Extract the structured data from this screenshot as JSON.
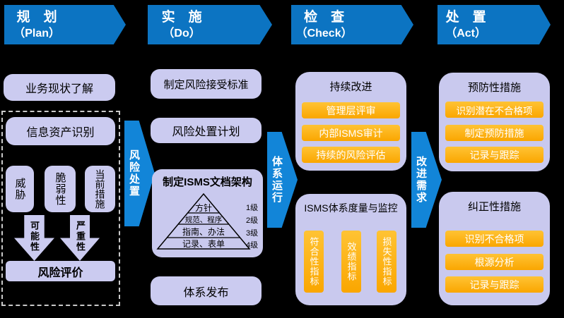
{
  "colors": {
    "background": "#000000",
    "header_blue": "#0C74C2",
    "connector_blue": "#1285D8",
    "lavender_box": "#CBCBF0",
    "orange": "#FFB30A",
    "dashed_border": "#C9C9C9"
  },
  "headers": [
    {
      "zh": "规　划",
      "en": "（Plan）"
    },
    {
      "zh": "实　施",
      "en": "（Do）"
    },
    {
      "zh": "检　查",
      "en": "（Check）"
    },
    {
      "zh": "处　置",
      "en": "（Act）"
    }
  ],
  "connectors": [
    {
      "label": "风险处置"
    },
    {
      "label": "体系运行"
    },
    {
      "label": "改进需求"
    }
  ],
  "plan": {
    "business_box": "业务现状了解",
    "asset_box": "信息资产识别",
    "factors": [
      "威胁",
      "脆弱性",
      "当前措施"
    ],
    "arrow_labels": [
      "可能性",
      "严重性"
    ],
    "eval_box": "风险评价"
  },
  "do": {
    "box1": "制定风险接受标准",
    "box2": "风险处置计划",
    "doc": {
      "title": "制定ISMS文档架构",
      "levels": [
        {
          "name": "方针",
          "grade": "1级"
        },
        {
          "name": "规范、程序",
          "grade": "2级"
        },
        {
          "name": "指南、办法",
          "grade": "3级"
        },
        {
          "name": "记录、表单",
          "grade": "4级"
        }
      ]
    },
    "box3": "体系发布"
  },
  "check": {
    "improvement": {
      "title": "持续改进",
      "items": [
        "管理层评审",
        "内部ISMS审计",
        "持续的风险评估"
      ]
    },
    "monitoring": {
      "title": "ISMS体系度量与监控",
      "items": [
        "符合性指标",
        "效绩指标",
        "损失性指标"
      ]
    }
  },
  "act": {
    "preventive": {
      "title": "预防性措施",
      "items": [
        "识别潜在不合格项",
        "制定预防措施",
        "记录与跟踪"
      ]
    },
    "corrective": {
      "title": "纠正性措施",
      "items": [
        "识别不合格项",
        "根源分析",
        "记录与跟踪"
      ]
    }
  }
}
